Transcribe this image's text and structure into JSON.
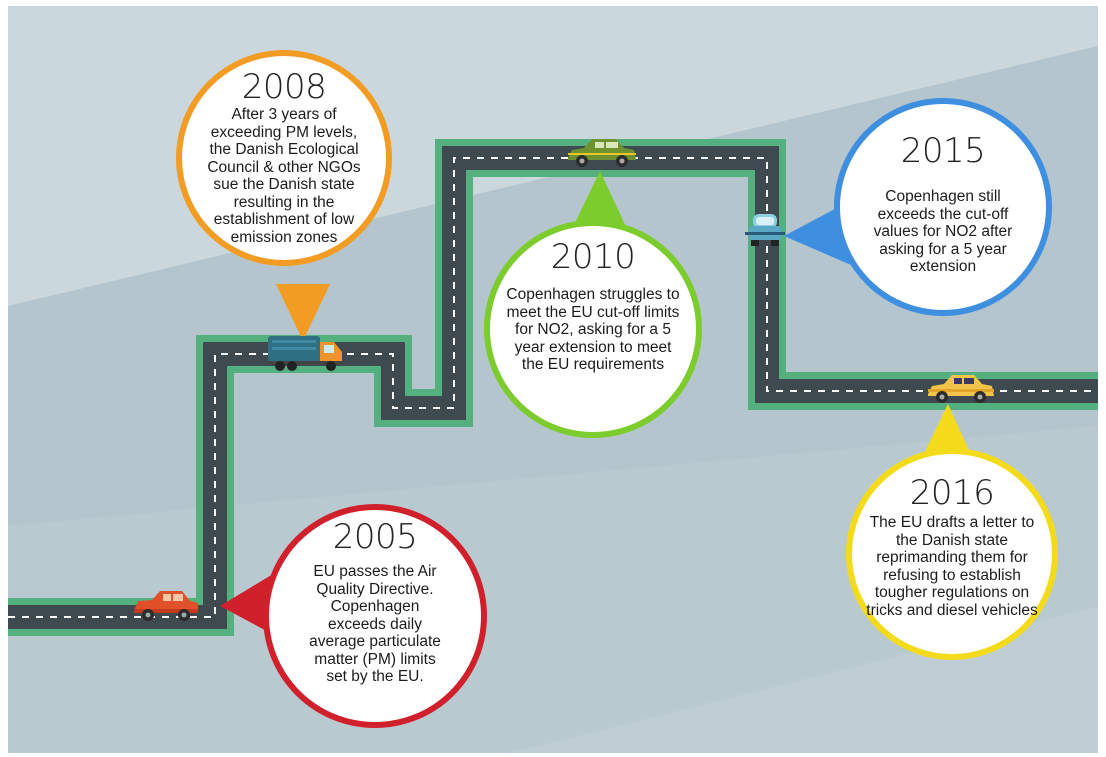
{
  "colors": {
    "background": "#b8c6ce",
    "road_asphalt": "#3f4a50",
    "road_border": "#55b07f",
    "red": "#d0202b",
    "orange": "#f39c24",
    "green": "#7ccc2d",
    "blue": "#3f8fe0",
    "yellow": "#f3db1c"
  },
  "timeline": [
    {
      "year": "2005",
      "text": "EU passes the Air Quality Directive. Copenhagen exceeds daily average particulate matter (PM) limits set by the EU.",
      "color": "red",
      "vehicle": "red-car-icon"
    },
    {
      "year": "2008",
      "text": "After 3 years of exceeding PM levels, the Danish Ecological Council & other NGOs sue the Danish state resulting in the establishment of low emission zones",
      "color": "orange",
      "vehicle": "garbage-truck-icon"
    },
    {
      "year": "2010",
      "text": "Copenhagen struggles to meet the EU cut-off limits for NO2, asking for a 5 year extension to meet the EU requirements",
      "color": "green",
      "vehicle": "green-car-icon"
    },
    {
      "year": "2015",
      "text": "Copenhagen still exceeds the cut-off values for NO2 after asking for a 5 year extension",
      "color": "blue",
      "vehicle": "blue-car-icon"
    },
    {
      "year": "2016",
      "text": "The EU drafts a letter to the Danish state reprimanding them for refusing to establish tougher regulations on tricks and diesel vehicles",
      "color": "yellow",
      "vehicle": "taxi-icon"
    }
  ]
}
